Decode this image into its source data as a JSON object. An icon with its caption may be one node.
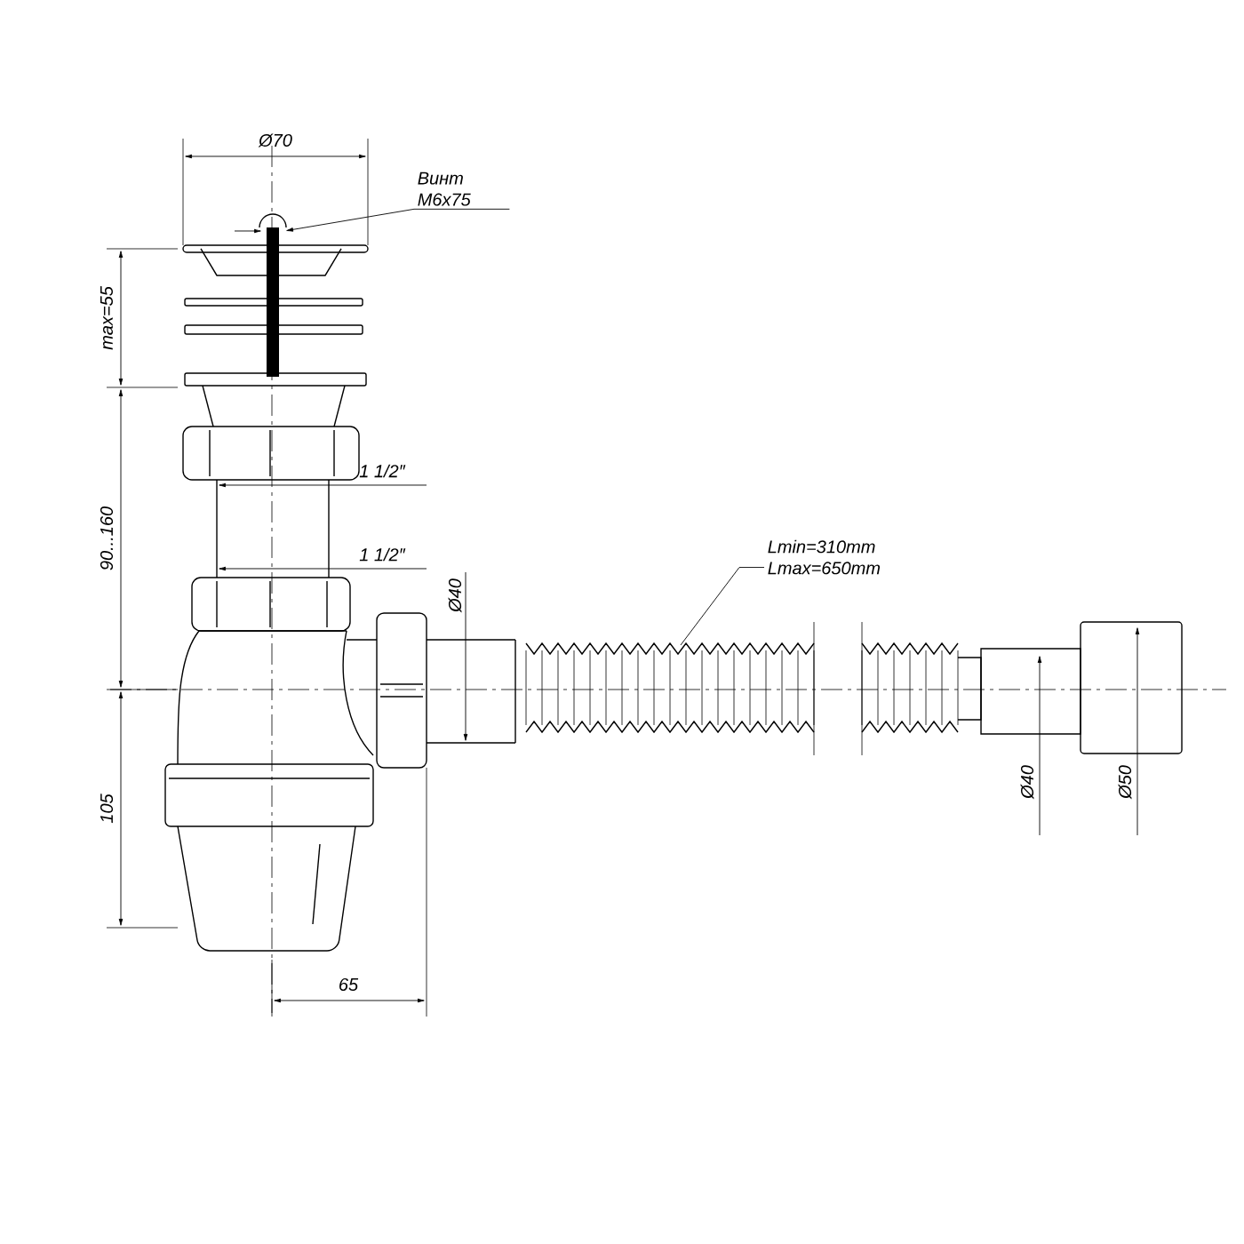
{
  "diagram": {
    "nodes": [
      {
        "text": [
          "Винт M6x75"
        ]
      },
      {
        "text": [
          "Lmin=310mm Lmax=650mm"
        ]
      }
    ],
    "edges": [
      {
        "from": 0,
        "to": null,
        "arrow": "to"
      },
      {
        "from": 1,
        "to": null,
        "arrow": "none"
      }
    ],
    "labels": [
      "Ø70",
      "max=55",
      "1 1/2″",
      "90...160",
      "1 1/2″",
      "Ø40",
      "105",
      "Ø40",
      "Ø50",
      "65"
    ]
  }
}
